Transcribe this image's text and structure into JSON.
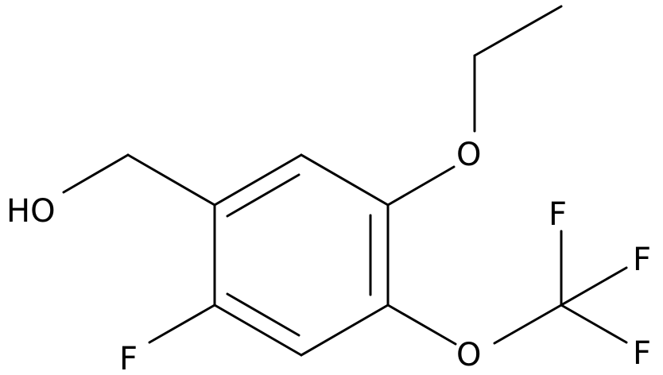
{
  "colors": {
    "background": "#ffffff",
    "ink": "#000000"
  },
  "labels": {
    "hydroxyl": "HO",
    "ring_fluorine": "F",
    "ethoxy_oxygen": "O",
    "trifluoromethoxy_oxygen": "O",
    "cf3_fluorine_top": "F",
    "cf3_fluorine_right": "F",
    "cf3_fluorine_bottom": "F"
  }
}
